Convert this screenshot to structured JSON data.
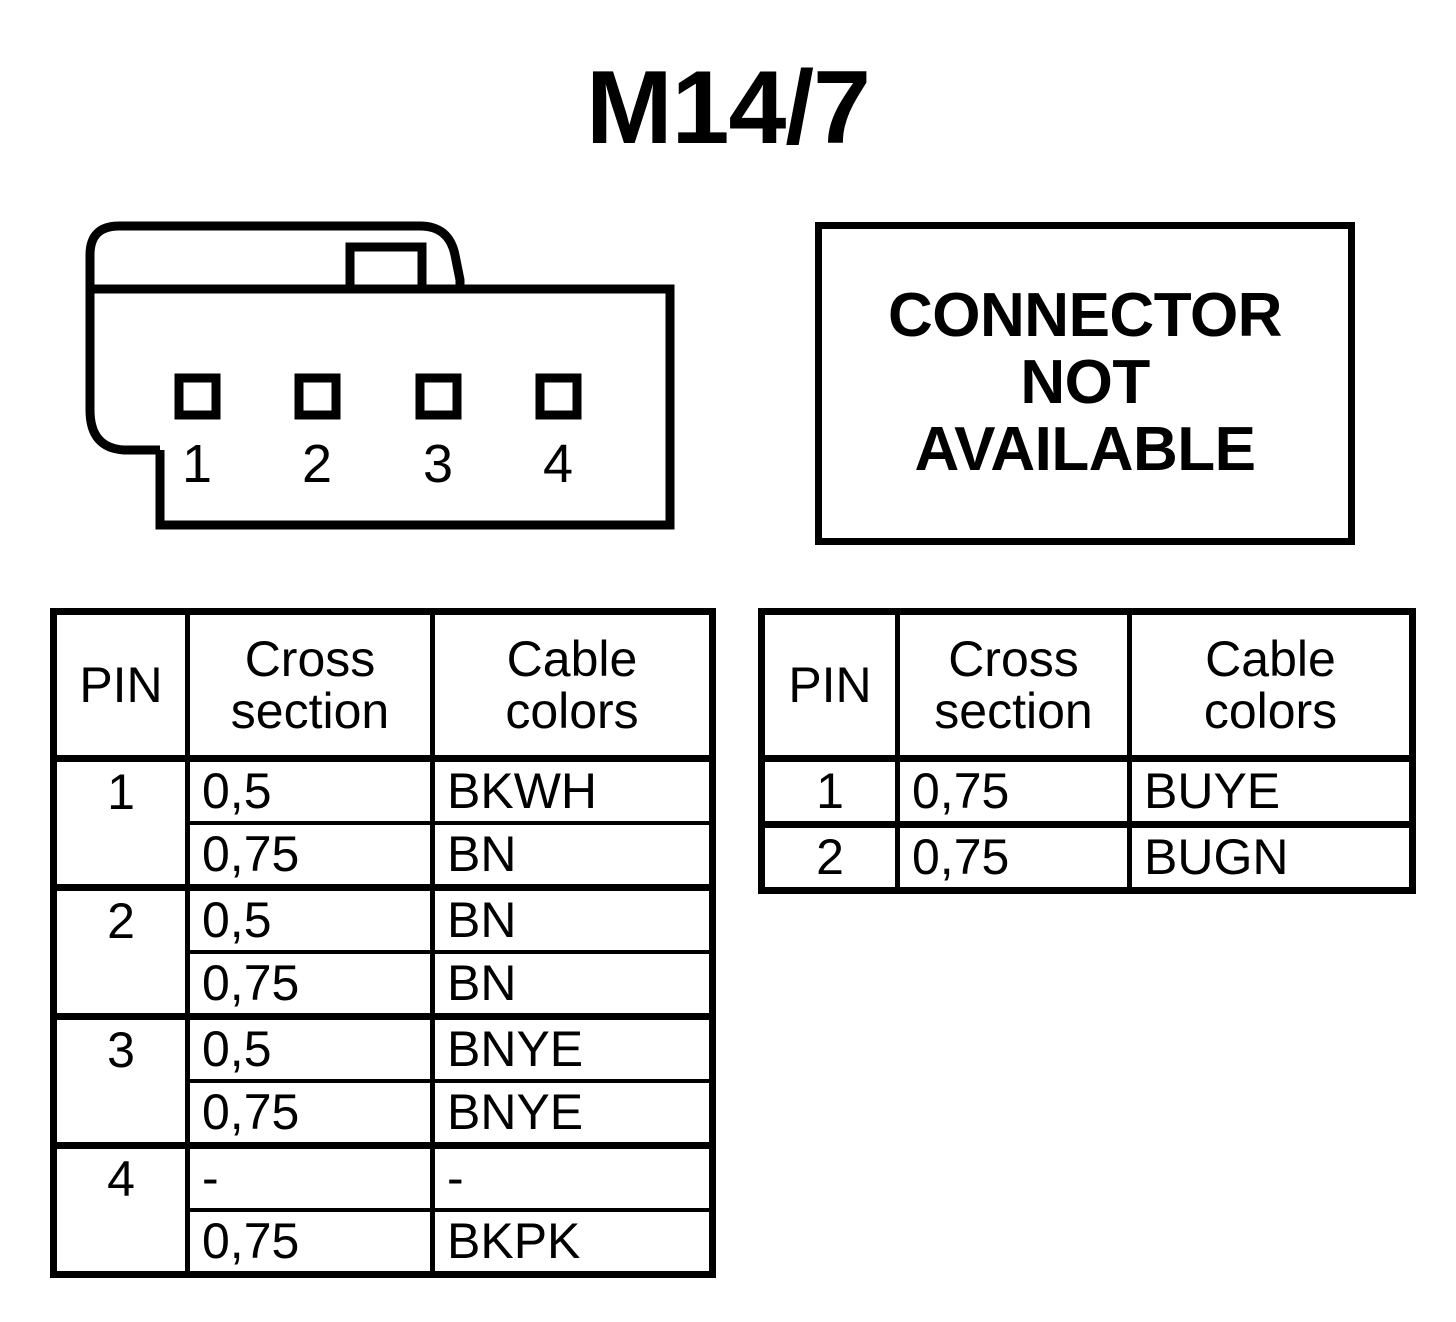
{
  "title": "M14/7",
  "connector": {
    "pin_labels": [
      "1",
      "2",
      "3",
      "4"
    ],
    "pin_count": 4,
    "line_color": "#000000"
  },
  "notice": {
    "lines": [
      "CONNECTOR",
      "NOT",
      "AVAILABLE"
    ]
  },
  "tables": [
    {
      "id": "left",
      "headers": {
        "pin": "PIN",
        "cross_section_line1": "Cross",
        "cross_section_line2": "section",
        "cable_colors_line1": "Cable",
        "cable_colors_line2": "colors"
      },
      "groups": [
        {
          "pin": "1",
          "rows": [
            {
              "cross_section": "0,5",
              "cable_color": "BKWH"
            },
            {
              "cross_section": "0,75",
              "cable_color": "BN"
            }
          ]
        },
        {
          "pin": "2",
          "rows": [
            {
              "cross_section": "0,5",
              "cable_color": "BN"
            },
            {
              "cross_section": "0,75",
              "cable_color": "BN"
            }
          ]
        },
        {
          "pin": "3",
          "rows": [
            {
              "cross_section": "0,5",
              "cable_color": "BNYE"
            },
            {
              "cross_section": "0,75",
              "cable_color": "BNYE"
            }
          ]
        },
        {
          "pin": "4",
          "rows": [
            {
              "cross_section": "-",
              "cable_color": "-"
            },
            {
              "cross_section": "0,75",
              "cable_color": "BKPK"
            }
          ]
        }
      ]
    },
    {
      "id": "right",
      "headers": {
        "pin": "PIN",
        "cross_section_line1": "Cross",
        "cross_section_line2": "section",
        "cable_colors_line1": "Cable",
        "cable_colors_line2": "colors"
      },
      "groups": [
        {
          "pin": "1",
          "rows": [
            {
              "cross_section": "0,75",
              "cable_color": "BUYE"
            }
          ]
        },
        {
          "pin": "2",
          "rows": [
            {
              "cross_section": "0,75",
              "cable_color": "BUGN"
            }
          ]
        }
      ]
    }
  ]
}
